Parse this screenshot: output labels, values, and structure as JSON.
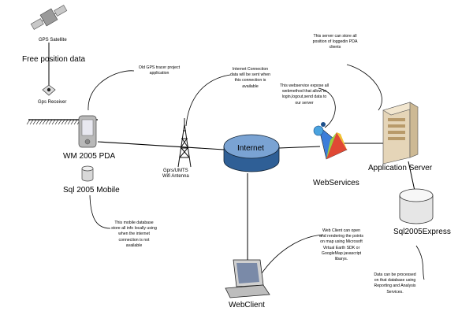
{
  "nodes": {
    "gps_satellite": "GPS Satellite",
    "free_position_data": "Free position data",
    "gps_receiver": "Gps Receiver",
    "pda": "WM 2005 PDA",
    "sql_mobile": "Sql 2005 Mobile",
    "antenna": "Gprs/UMTS\nWifi Antenna",
    "internet": "Internet",
    "webservices": "WebServices",
    "app_server": "Application Server",
    "sql_express": "Sql2005Express",
    "webclient": "WebClient"
  },
  "notes": {
    "gps_tracer": "Old GPS tracer project application",
    "internet_connection": "Internet Connection data will be sent when this connection is available",
    "webservice_expose": "This webservice expose all webmethod that allow to login,logout,send data to our server",
    "server_store": "This server can store all position of loggedin PDA clients",
    "mobile_db": "This mobile database store all info locally using when the internet connection is not available",
    "webclient_note": "Web Client can open and rendering the points on map using Microsoft Virtual Earth SDK or GoogleMap javascript libarys.",
    "data_processed": "Data can be processed on that database using Reporting and Analysis Services."
  }
}
